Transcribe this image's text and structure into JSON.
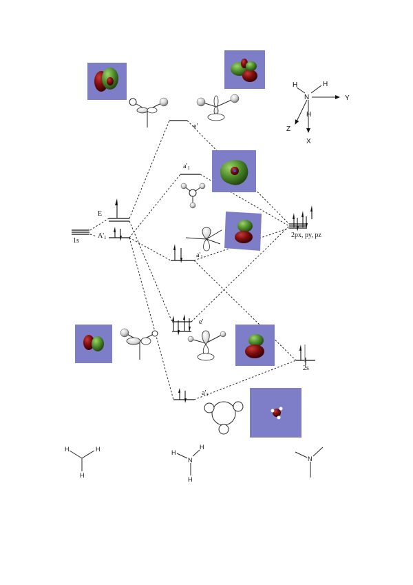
{
  "diagram": {
    "title": "NH3 molecular orbital diagram",
    "fragment_left": {
      "label_ao": "1s",
      "levels": [
        {
          "name": "E",
          "label": "E"
        },
        {
          "name": "A1",
          "label": "A'",
          "sub": "1"
        }
      ]
    },
    "center_mos": [
      {
        "id": "e-prime-upper",
        "label": "e'",
        "sub": ""
      },
      {
        "id": "a1-prime-upper",
        "label": "a'",
        "sub": "1"
      },
      {
        "id": "a1-prime-mid",
        "label": "a'",
        "sub": "1"
      },
      {
        "id": "e-prime-lower",
        "label": "e'",
        "sub": ""
      },
      {
        "id": "a1-prime-lower",
        "label": "a'",
        "sub": "1"
      }
    ],
    "fragment_right": {
      "label_2p": "2px, py, pz",
      "label_2s": "2s"
    },
    "axes": {
      "atom_center": "N",
      "h1": "H",
      "h2": "H",
      "h3": "H",
      "x": "X",
      "y": "Y",
      "z": "Z"
    },
    "molecules": {
      "h3_fragment": {
        "atoms": [
          "H",
          "H",
          "H"
        ]
      },
      "nh3": {
        "center": "N",
        "atoms": [
          "H",
          "H",
          "H"
        ]
      },
      "n_fragment": {
        "center": "N"
      }
    },
    "colors": {
      "panel": "#7d7dc8",
      "lobe_green": "#4e8c2a",
      "lobe_red": "#7a0c0c"
    }
  }
}
